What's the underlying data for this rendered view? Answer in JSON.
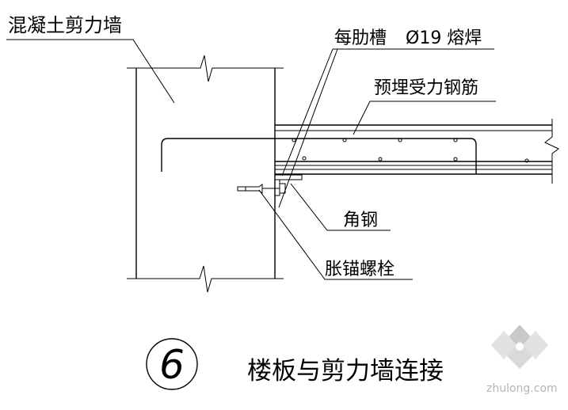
{
  "labels": {
    "wall": "混凝土剪力墙",
    "rib_groove": "每肋槽",
    "weld": "Ø19 熔焊",
    "rebar": "预埋受力钢筋",
    "angle_steel": "角钢",
    "anchor_bolt": "胀锚螺栓"
  },
  "caption": {
    "number": "6",
    "title": "楼板与剪力墙连接"
  },
  "watermark": {
    "text": "zhulong.com",
    "logo_color": "#c8c8c8"
  }
}
